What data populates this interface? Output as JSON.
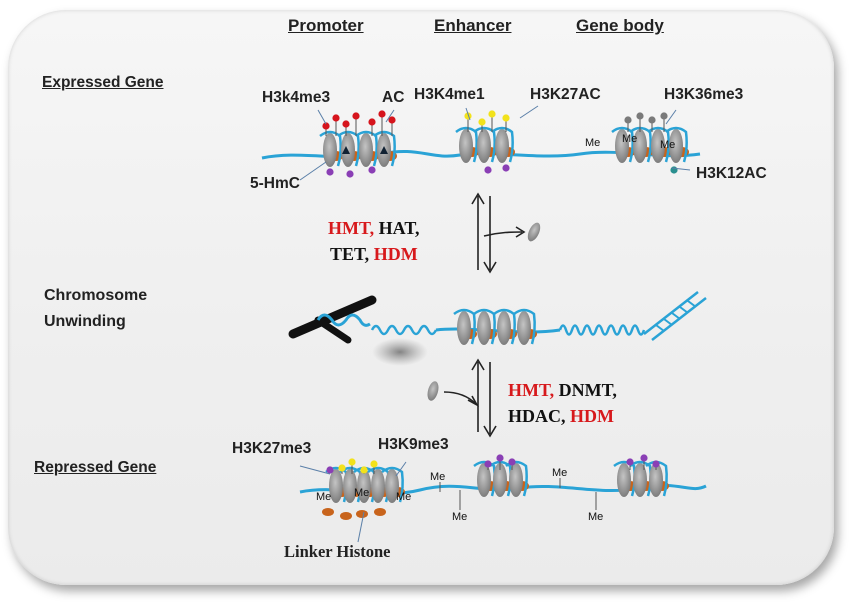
{
  "columns": {
    "promoter": "Promoter",
    "enhancer": "Enhancer",
    "gene_body": "Gene body"
  },
  "rows": {
    "expressed": "Expressed  Gene",
    "chromosome_line1": "Chromosome",
    "chromosome_line2": "Unwinding",
    "repressed": "Repressed  Gene"
  },
  "expressed_marks": {
    "h3k4me3": "H3k4me3",
    "ac": "AC",
    "h3k4me1": "H3K4me1",
    "h3k27ac": "H3K27AC",
    "h3k36me3": "H3K36me3",
    "h3k12ac": "H3K12AC",
    "hmc": "5-HmC"
  },
  "repressed_marks": {
    "h3k27me3": "H3K27me3",
    "h3k9me3": "H3K9me3",
    "linker_histone": "Linker Histone"
  },
  "methyl_label": "Me",
  "enzymes_top": {
    "hmt": "HMT,",
    "hat": "HAT,",
    "tet": "TET,",
    "hdm": "HDM"
  },
  "enzymes_bottom": {
    "hmt": "HMT,",
    "dnmt": "DNMT,",
    "hdac": "HDAC,",
    "hdm": "HDM"
  },
  "colors": {
    "dna": "#2aa3d6",
    "histone": "#8e8e8e",
    "histone_core": "#c8641c",
    "repressive_enzyme": "#d7191c",
    "mark_red": "#d6141c",
    "mark_yellow": "#f2e21b",
    "mark_purple": "#8a3fb5",
    "mark_gray": "#7a7a7a",
    "mark_teal": "#2a8f8f"
  }
}
